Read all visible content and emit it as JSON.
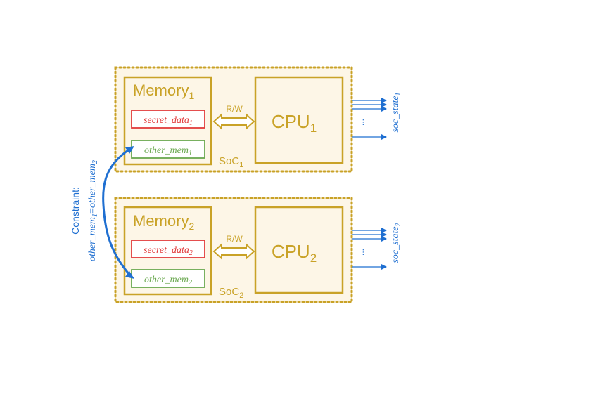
{
  "colors": {
    "gold": "#c9a227",
    "gold_fill": "#fdf6e7",
    "red": "#e23b3b",
    "green": "#6aa84f",
    "blue": "#1f6fd1"
  },
  "soc1": {
    "memory_label": "Memory",
    "memory_sub": "1",
    "secret_label": "secret_data",
    "secret_sub": "1",
    "other_label": "other_mem",
    "other_sub": "1",
    "rw_label": "R/W",
    "cpu_label": "CPU",
    "cpu_sub": "1",
    "soc_label": "SoC",
    "soc_sub": "1",
    "ellipsis": "...",
    "state_label": "soc_state",
    "state_sub": "1"
  },
  "soc2": {
    "memory_label": "Memory",
    "memory_sub": "2",
    "secret_label": "secret_data",
    "secret_sub": "2",
    "other_label": "other_mem",
    "other_sub": "2",
    "rw_label": "R/W",
    "cpu_label": "CPU",
    "cpu_sub": "2",
    "soc_label": "SoC",
    "soc_sub": "2",
    "ellipsis": "...",
    "state_label": "soc_state",
    "state_sub": "2"
  },
  "constraint": {
    "title": "Constraint:",
    "lhs": "other_mem",
    "lhs_sub": "1",
    "eq": "=",
    "rhs": "other_mem",
    "rhs_sub": "2"
  }
}
